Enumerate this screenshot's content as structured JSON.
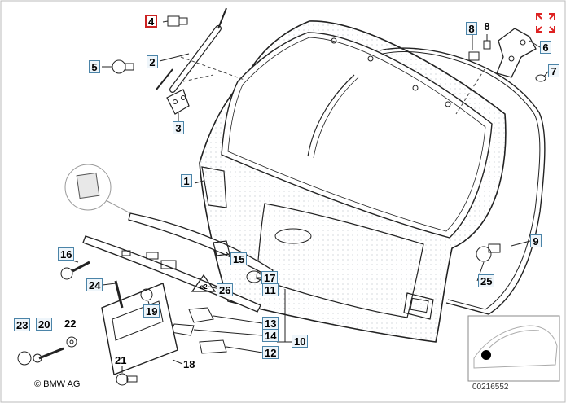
{
  "labels": {
    "p1": "1",
    "p2": "2",
    "p3": "3",
    "p4": "4",
    "p5": "5",
    "p6": "6",
    "p7": "7",
    "p8a": "8",
    "p8b": "8",
    "p9": "9",
    "p10": "10",
    "p11": "11",
    "p12": "12",
    "p13": "13",
    "p14": "14",
    "p15": "15",
    "p16": "16",
    "p17": "17",
    "p18": "18",
    "p19": "19",
    "p20": "20",
    "p21": "21",
    "p22": "22",
    "p23": "23",
    "p24": "24",
    "p25": "25",
    "p26": "26"
  },
  "copyright": "© BMW AG",
  "thumbnail_id": "00216552",
  "colors": {
    "label_border": "#4b84a8",
    "highlight": "#cc2222",
    "line": "#222222"
  },
  "icons": {
    "zoom": "expand-arrows-icon"
  }
}
